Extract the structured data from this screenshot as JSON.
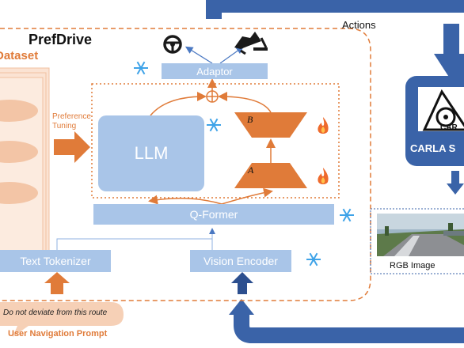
{
  "title": "PrefDrive",
  "dataset_label": "Dataset",
  "preference_tuning": [
    "Preference",
    "Tuning"
  ],
  "adaptor": "Adaptor",
  "llm": "LLM",
  "lora_a": "A",
  "lora_b": "B",
  "qformer": "Q-Former",
  "text_tokenizer": "Text Tokenizer",
  "vision_encoder": "Vision Encoder",
  "prompt_text": "Do not deviate from this route",
  "prompt_caption": "User Navigation Prompt",
  "actions": "Actions",
  "carla_logo_text": "CAR",
  "carla_box_label": "CARLA S",
  "rgb_caption": "RGB Image",
  "colors": {
    "blue_box": "#a9c5e8",
    "orange": "#e07b39",
    "dark_blue": "#3a63a8",
    "peach": "#f6d0b6"
  },
  "icons": [
    "steering-wheel-icon",
    "pedal-icon",
    "snowflake-icon",
    "flame-icon"
  ]
}
